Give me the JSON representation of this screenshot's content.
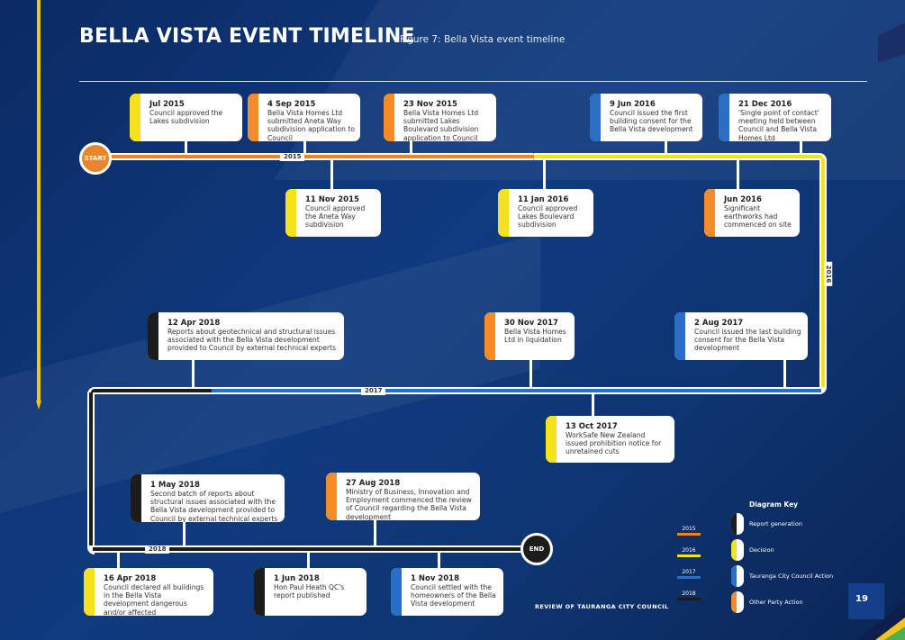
{
  "header": {
    "title": "BELLA VISTA EVENT TIMELINE",
    "subtitle": "Figure 7: Bella Vista event timeline"
  },
  "markers": {
    "start": "START",
    "end": "END"
  },
  "year_labels": {
    "y2015": "2015",
    "y2016": "2016",
    "y2017": "2017",
    "y2018": "2018"
  },
  "colors": {
    "report_generation": "#1c1c1c",
    "decision": "#f6e21c",
    "council_action": "#2a6fc4",
    "other_party": "#f28c28"
  },
  "events": [
    {
      "date": "Jul 2015",
      "text": "Council approved the Lakes subdivision",
      "type": "decision"
    },
    {
      "date": "4 Sep 2015",
      "text": "Bella Vista Homes Ltd submitted Aneta Way subdivision application to Council",
      "type": "other_party"
    },
    {
      "date": "23 Nov 2015",
      "text": "Bella Vista Homes Ltd submitted Lakes Boulevard subdivision application to Council",
      "type": "other_party"
    },
    {
      "date": "9 Jun 2016",
      "text": "Council issued the first building consent  for the Bella Vista development",
      "type": "council_action"
    },
    {
      "date": "21 Dec 2016",
      "text": "'Single point of contact' meeting held between Council and Bella Vista Homes Ltd",
      "type": "council_action"
    },
    {
      "date": "11 Nov 2015",
      "text": "Council approved the Aneta Way subdivision",
      "type": "decision"
    },
    {
      "date": "11 Jan 2016",
      "text": "Council approved Lakes Boulevard subdivision",
      "type": "decision"
    },
    {
      "date": "Jun 2016",
      "text": "Significant earthworks had commenced on site",
      "type": "other_party"
    },
    {
      "date": "12 Apr 2018",
      "text": "Reports about geotechnical and structural issues associated with the Bella Vista development provided to Council by external technical experts",
      "type": "report_generation"
    },
    {
      "date": "30 Nov 2017",
      "text": "Bella Vista Homes Ltd in liquidation",
      "type": "other_party"
    },
    {
      "date": "2 Aug 2017",
      "text": "Council issued the last building consent for the Bella Vista development",
      "type": "council_action"
    },
    {
      "date": "13 Oct 2017",
      "text": "WorkSafe New Zealand issued prohibition notice for unretained cuts",
      "type": "decision"
    },
    {
      "date": "1 May 2018",
      "text": "Second batch of reports about structural issues associated with the Bella Vista development provided to Council by external technical experts",
      "type": "report_generation"
    },
    {
      "date": "27 Aug 2018",
      "text": "Ministry of Business, Innovation and Employment commenced the review of Council regarding the Bella Vista development",
      "type": "other_party"
    },
    {
      "date": "16 Apr 2018",
      "text": "Council declared all buildings in the Bella Vista development dangerous and/or affected",
      "type": "decision"
    },
    {
      "date": "1 Jun 2018",
      "text": "Hon Paul Heath QC's report published",
      "type": "report_generation"
    },
    {
      "date": "1 Nov 2018",
      "text": "Council settled with the homeowners of the Bella Vista development",
      "type": "council_action"
    }
  ],
  "key": {
    "title": "Diagram Key",
    "items": [
      {
        "label": "Report generation",
        "type": "report_generation"
      },
      {
        "label": "Decision",
        "type": "decision"
      },
      {
        "label": "Tauranga City Council Action",
        "type": "council_action"
      },
      {
        "label": "Other Party Action",
        "type": "other_party"
      }
    ],
    "years": [
      "2015",
      "2016",
      "2017",
      "2018"
    ]
  },
  "footer": {
    "text": "REVIEW OF TAURANGA CITY COUNCIL",
    "page": "19"
  }
}
